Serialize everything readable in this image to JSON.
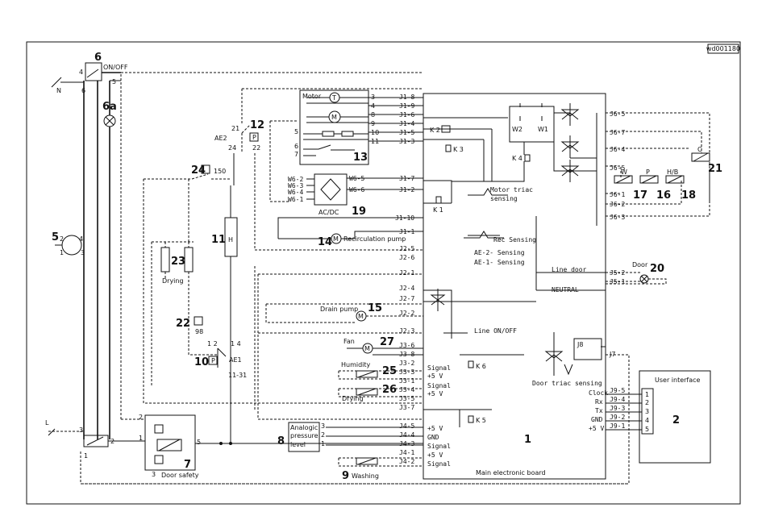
{
  "ref": "wd001180",
  "components": {
    "c1": "1",
    "c2": "2",
    "c5": "5",
    "c6": "6",
    "c6a": "6a",
    "c7": "7",
    "c8": "8",
    "c9": "9",
    "c10": "10",
    "c11": "11",
    "c12": "12",
    "c13": "13",
    "c14": "14",
    "c15": "15",
    "c16": "16",
    "c17": "17",
    "c18": "18",
    "c19": "19",
    "c20": "20",
    "c21": "21",
    "c22": "22",
    "c23": "23",
    "c24": "24",
    "c25": "25",
    "c26": "26",
    "c27": "27"
  },
  "labels": {
    "on_off": "ON/OFF",
    "n": "N",
    "l": "L",
    "motor": "Motor",
    "acdc": "AC/DC",
    "recirculation_pump": "Recirculation pump",
    "drain_pump": "Drain pump",
    "fan": "Fan",
    "humidity": "Humidity",
    "drying_lower": "Drying",
    "drying_left": "Drying",
    "washing": "Washing",
    "door": "Door",
    "door_safety": "Door safety",
    "user_interface": "User interface",
    "main_board": "Main electronic board",
    "analogic": "Analogic",
    "pressure": "pressure",
    "level": "level",
    "ae1": "AE1",
    "ae2": "AE2",
    "ae1_pins": "11-31",
    "t150": "150",
    "t98": "98",
    "h": "H",
    "k1": "K 1",
    "k2": "K 2",
    "k3": "K 3",
    "k4": "K 4",
    "k5": "K 5",
    "k6": "K 6",
    "w1": "W1",
    "w2": "W2",
    "j7": "J7",
    "j8": "J8",
    "valve_w": "W",
    "valve_p": "P",
    "valve_hb": "H/B",
    "valve_c": "C",
    "p_box": "P"
  },
  "signals": {
    "motor_triac": "Motor triac",
    "sensing": "sensing",
    "rec_sensing": "Rec Sensing",
    "ae2_sensing": "AE-2- Sensing",
    "ae1_sensing": "AE-1- Sensing",
    "line_door": "Line door",
    "neutral": "NEUTRAL",
    "line_onoff": "Line ON/OFF",
    "door_triac": "Door triac sensing"
  },
  "connectors_left": [
    "J1-8",
    "J1-9",
    "J1-6",
    "J1-4",
    "J1-5",
    "J1-3",
    "J1-7",
    "J1-2",
    "J1-10",
    "J1-1",
    "J2-5",
    "J2-6",
    "J2-1",
    "J2-4",
    "J2-7",
    "J2-2",
    "J2-3",
    "J3-6",
    "J3-8",
    "J3-2",
    "J3-3",
    "J3-1",
    "J3-4",
    "J3-5",
    "J3-7",
    "J4-5",
    "J4-4",
    "J4-3",
    "J4-1",
    "J4-2"
  ],
  "connectors_right": [
    "J6-5",
    "J6-7",
    "J6-4",
    "J6-5",
    "J6-1",
    "J6-2",
    "J6-3",
    "J5-2",
    "J5-1"
  ],
  "connectors_ui": [
    "J9-5",
    "J9-4",
    "J9-3",
    "J9-2",
    "J9-1"
  ],
  "ui_signals": [
    "Clock",
    "Rx",
    "Tx",
    "GND",
    "+5 V"
  ],
  "ui_pins": [
    "1",
    "2",
    "3",
    "4",
    "5"
  ],
  "j3_signals": {
    "signal1": "Signal",
    "plus5_1": "+5 V",
    "signal2": "Signal",
    "plus5_2": "+5 V"
  },
  "j4_signals": {
    "plus5_a": "+5 V",
    "gnd": "GND",
    "signal_a": "Signal",
    "plus5_b": "+5 V",
    "signal_b": "Signal"
  },
  "w6_pins": [
    "W6-2",
    "W6-3",
    "W6-4",
    "W6-1",
    "W6-5",
    "W6-6"
  ],
  "pins": {
    "p1": "1",
    "p2": "2",
    "p3": "3",
    "p4": "4",
    "p5": "5",
    "p6": "6",
    "p7": "7",
    "p8": "8",
    "p9": "9",
    "p10": "10",
    "p11": "11",
    "p12": "12",
    "p14": "14",
    "p21": "21",
    "p22": "22",
    "p24": "24",
    "p12b": "1 2",
    "p14b": "1 4"
  }
}
